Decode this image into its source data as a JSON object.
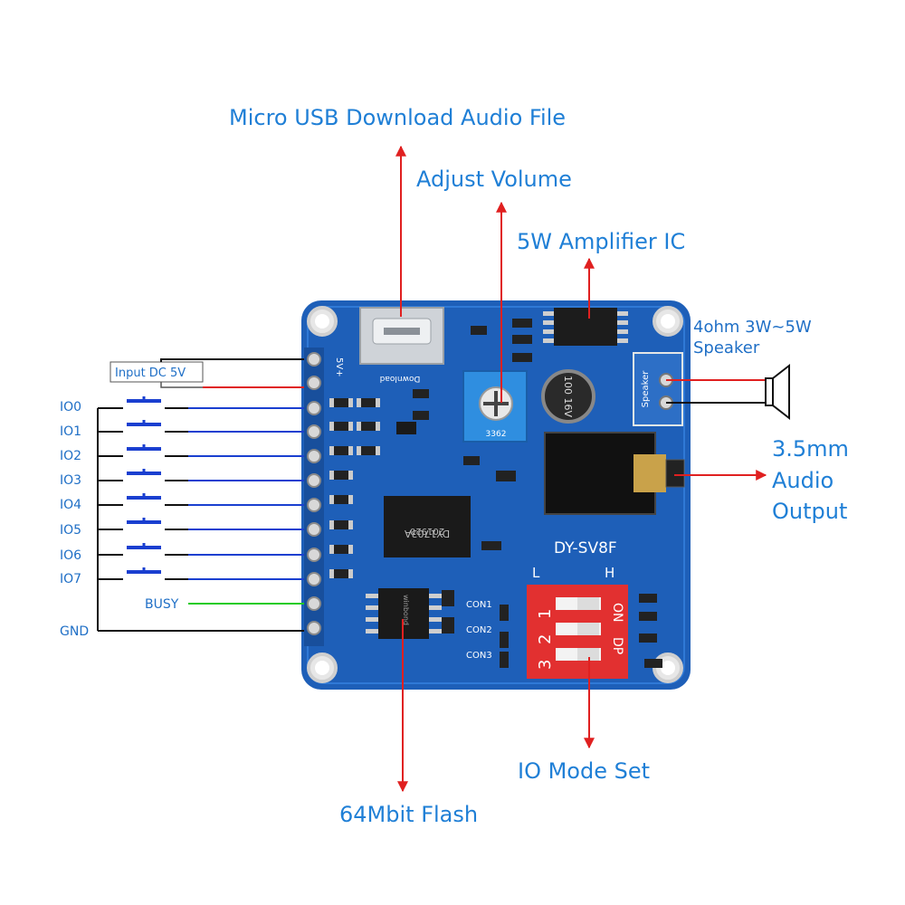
{
  "labels": {
    "usb": "Micro USB Download Audio File",
    "volume": "Adjust Volume",
    "amp": "5W Amplifier  IC",
    "speaker_line1": "4ohm 3W~5W",
    "speaker_line2": "Speaker",
    "audio_line1": "3.5mm",
    "audio_line2": "Audio",
    "audio_line3": "Output",
    "io_mode": "IO Mode Set",
    "flash": "64Mbit Flash",
    "input_dc": "Input DC 5V",
    "busy": "BUSY",
    "gnd": "GND"
  },
  "io_pins": [
    "IO0",
    "IO1",
    "IO2",
    "IO3",
    "IO4",
    "IO5",
    "IO6",
    "IO7"
  ],
  "board": {
    "model": "DY-SV8F",
    "chip_text": "DY1703A",
    "chip_code": "201920",
    "cap_text": "100 16V",
    "pot_text": "3362",
    "dip_low": "L",
    "dip_high": "H",
    "dip_on": "ON",
    "dip_dp": "DP",
    "dip_numbers": [
      "1",
      "2",
      "3"
    ],
    "con_labels": [
      "CON1",
      "CON2",
      "CON3"
    ],
    "speaker_port": "Speaker",
    "download": "Download",
    "power_pin": "5V+",
    "flash_text": "winbond"
  },
  "colors": {
    "label_blue": "#1f7fd6",
    "arrow_red": "#e02020",
    "pcb_blue": "#1e5fb8",
    "wire_blue": "#1a3fd0",
    "wire_green": "#22cc22"
  }
}
